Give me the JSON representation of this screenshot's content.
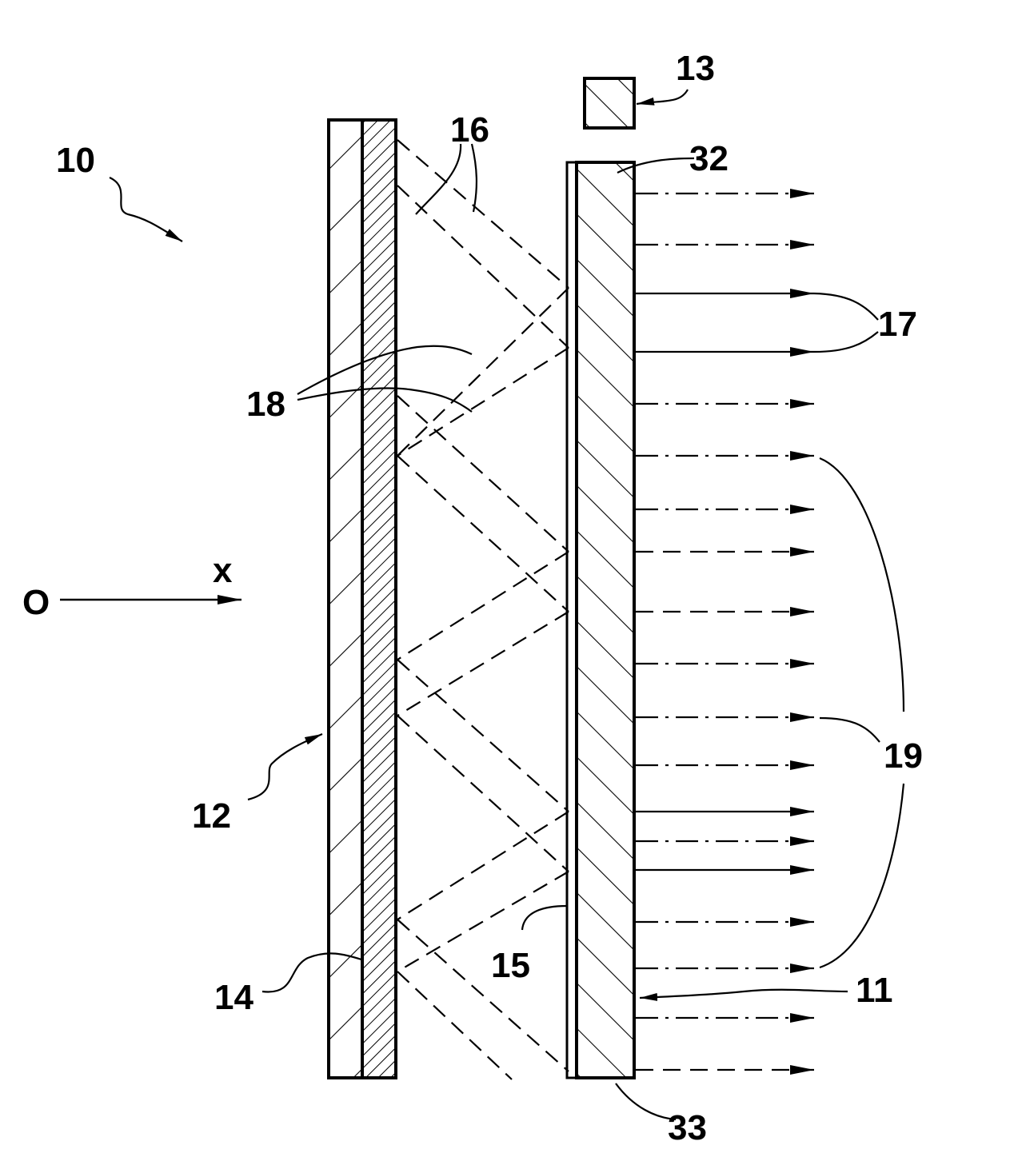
{
  "figure": {
    "background": "#ffffff",
    "ink": "#000000",
    "labels": {
      "device": "10",
      "diffuser": "11",
      "panel": "12",
      "source": "13",
      "reflective_layer": "14",
      "transflective_layer": "15",
      "internal_rays": "16",
      "transmitted_rays": "17",
      "reflected_rays": "18",
      "output_rays": "19",
      "top_edge": "32",
      "bottom_edge": "33",
      "origin": "O",
      "axis": "x"
    }
  }
}
